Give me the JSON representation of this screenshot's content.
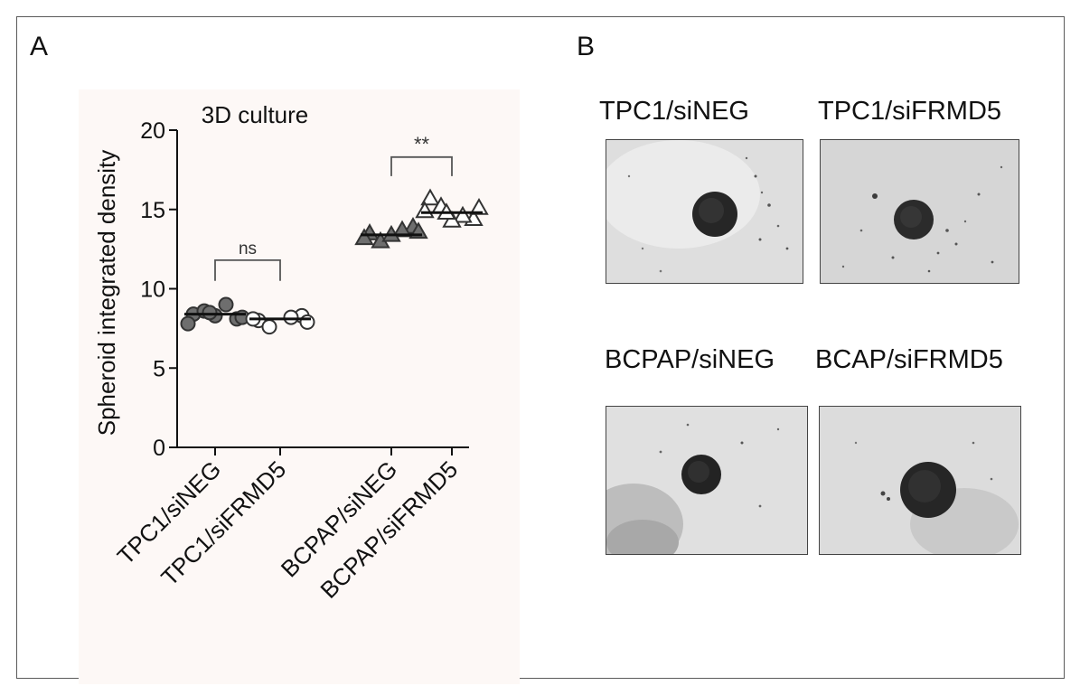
{
  "panel_a": {
    "letter": "A",
    "chart_data": {
      "type": "scatter",
      "title": "3D culture",
      "ylabel": "Spheroid integrated density",
      "xlabel": "",
      "ylim": [
        0,
        20
      ],
      "yticks": [
        0,
        5,
        10,
        15,
        20
      ],
      "categories": [
        "TPC1/siNEG",
        "TPC1/siFRMD5",
        "BCPAP/siNEG",
        "BCPAP/siFRMD5"
      ],
      "series": [
        {
          "marker": "circle",
          "fill": "#6e6e6e",
          "values": [
            8.4,
            8.1,
            8.6,
            9.0,
            7.8,
            8.2,
            8.3,
            8.5
          ],
          "mean": 8.4
        },
        {
          "marker": "circle",
          "fill": "#ffffff",
          "values": [
            8.0,
            8.3,
            7.6,
            8.2,
            8.1,
            7.9
          ],
          "mean": 8.1
        },
        {
          "marker": "triangle",
          "fill": "#6e6e6e",
          "values": [
            13.5,
            13.9,
            13.0,
            13.7,
            13.2,
            13.6,
            13.4
          ],
          "mean": 13.4
        },
        {
          "marker": "triangle",
          "fill": "#ffffff",
          "values": [
            15.7,
            14.4,
            15.2,
            14.6,
            14.9,
            15.1,
            14.3,
            14.8
          ],
          "mean": 14.8
        }
      ],
      "significance": [
        {
          "groups": [
            0,
            1
          ],
          "label": "ns"
        },
        {
          "groups": [
            2,
            3
          ],
          "label": "**"
        }
      ],
      "grid": false,
      "legend": "none"
    }
  },
  "panel_b": {
    "letter": "B",
    "photos": [
      {
        "label": "TPC1/siNEG"
      },
      {
        "label": "TPC1/siFRMD5"
      },
      {
        "label": "BCPAP/siNEG"
      },
      {
        "label": "BCAP/siFRMD5"
      }
    ]
  },
  "colors": {
    "frame": "#5a5a5a",
    "plot_background": "#fdf8f6",
    "filled_marker": "#6e6e6e",
    "open_marker": "#ffffff",
    "spheroid": "#2a2a2a"
  }
}
